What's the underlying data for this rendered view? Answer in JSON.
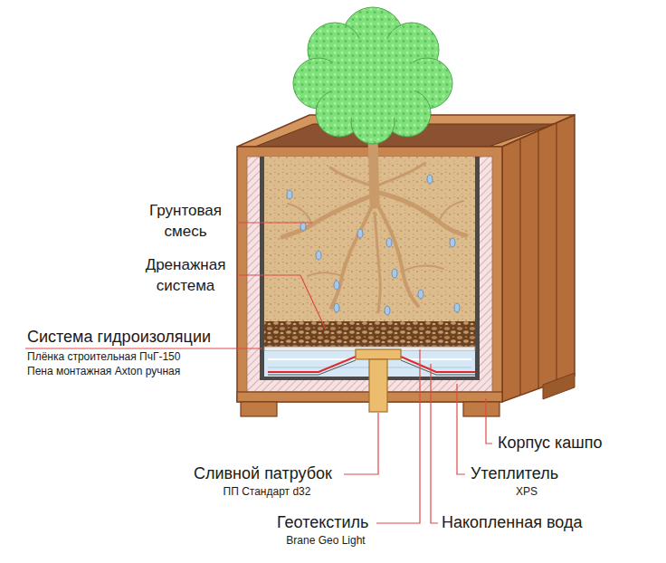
{
  "diagram": {
    "labels": [
      "Грунтовая смесь",
      "Дренажная система",
      "Система гидроизоляции",
      "Плёнка строительная ПчГ-150",
      "Пена монтажная Axton ручная",
      "Сливной патрубок",
      "ПП Стандарт d32",
      "Геотекстиль",
      "Brane Geo Light",
      "Корпус кашпо",
      "Утеплитель",
      "XPS",
      "Накопленная вода"
    ]
  }
}
